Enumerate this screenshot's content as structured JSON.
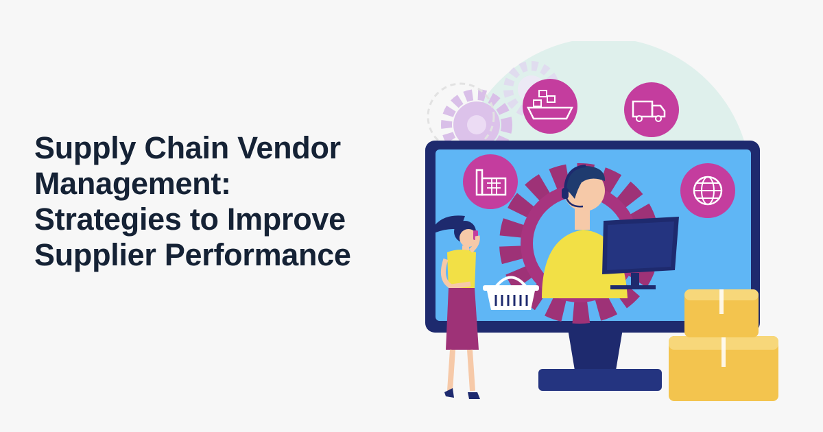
{
  "headline": {
    "lines": [
      "Supply Chain Vendor",
      "Management:",
      "Strategies to Improve",
      "Supplier Performance"
    ]
  },
  "colors": {
    "background": "#f7f7f7",
    "headline": "#152235",
    "monitor_frame": "#1e2a6e",
    "screen": "#5fb6f5",
    "icon_circle": "#c43d9e",
    "gear": "#9e3277",
    "accent_yellow": "#f2e046",
    "box": "#f3c44e",
    "backdrop_circle": "#dff0ec"
  },
  "illustration": {
    "icons": [
      "ship-icon",
      "truck-icon",
      "factory-icon",
      "globe-icon",
      "basket-icon",
      "gear-icon",
      "headset-icon"
    ]
  }
}
